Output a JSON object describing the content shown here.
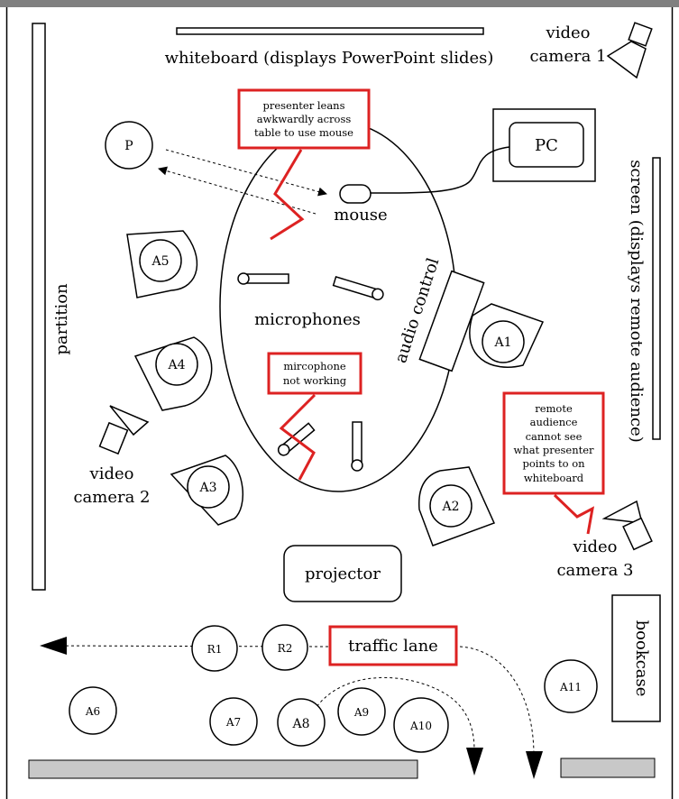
{
  "labels": {
    "whiteboard": "whiteboard (displays PowerPoint slides)",
    "video_camera_1_l1": "video",
    "video_camera_1_l2": "camera 1",
    "pc": "PC",
    "screen": "screen (displays remote audience)",
    "partition": "partition",
    "presenter": "P",
    "mouse": "mouse",
    "microphones": "microphones",
    "audio_control": "audio control",
    "video_camera_2_l1": "video",
    "video_camera_2_l2": "camera 2",
    "video_camera_3_l1": "video",
    "video_camera_3_l2": "camera 3",
    "projector": "projector",
    "bookcase": "bookcase"
  },
  "seats": {
    "a1": "A1",
    "a2": "A2",
    "a3": "A3",
    "a4": "A4",
    "a5": "A5",
    "a6": "A6",
    "a7": "A7",
    "a8": "A8",
    "a9": "A9",
    "a10": "A10",
    "a11": "A11",
    "r1": "R1",
    "r2": "R2"
  },
  "problems": {
    "mouse_l1": "presenter leans",
    "mouse_l2": "awkwardly across",
    "mouse_l3": "table to use mouse",
    "mic_l1": "mircophone",
    "mic_l2": "not working",
    "remote_l1": "remote",
    "remote_l2": "audience",
    "remote_l3": "cannot see",
    "remote_l4": "what presenter",
    "remote_l5": "points to on",
    "remote_l6": "whiteboard",
    "traffic": "traffic lane"
  },
  "colors": {
    "problem": "#dd2222",
    "floor_bar": "#c8c8c8",
    "top_bar": "#808080"
  }
}
